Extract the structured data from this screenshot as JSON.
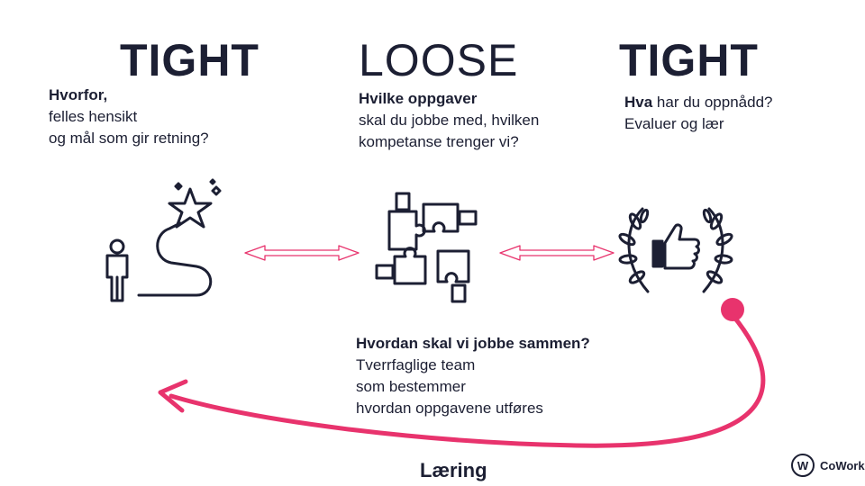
{
  "columns": [
    {
      "heading": "TIGHT",
      "bold_lead": "Hvorfor,",
      "rest_first": "",
      "lines": [
        "felles hensikt",
        "og mål som gir retning?"
      ]
    },
    {
      "heading": "LOOSE",
      "bold_lead": "Hvilke oppgaver",
      "rest_first": "",
      "lines": [
        "skal du jobbe med, hvilken",
        "kompetanse trenger vi?"
      ]
    },
    {
      "heading": "TIGHT",
      "bold_lead": "Hva",
      "rest_first": " har du oppnådd?",
      "lines": [
        "Evaluer og lær"
      ]
    }
  ],
  "collaboration": {
    "title": "Hvordan skal vi jobbe sammen?",
    "lines": [
      "Tverrfaglige team",
      "som bestemmer",
      "hvordan oppgavene utføres"
    ]
  },
  "feedback_label": "Læring",
  "logo": {
    "mark": "W",
    "text": "CoWork"
  },
  "icons": {
    "left": "person-path-to-star-icon",
    "middle": "hands-puzzle-pieces-icon",
    "right": "laurel-thumbs-up-icon"
  },
  "colors": {
    "text": "#1c1f33",
    "accent": "#e8336d",
    "arrow": "#e8336d"
  }
}
